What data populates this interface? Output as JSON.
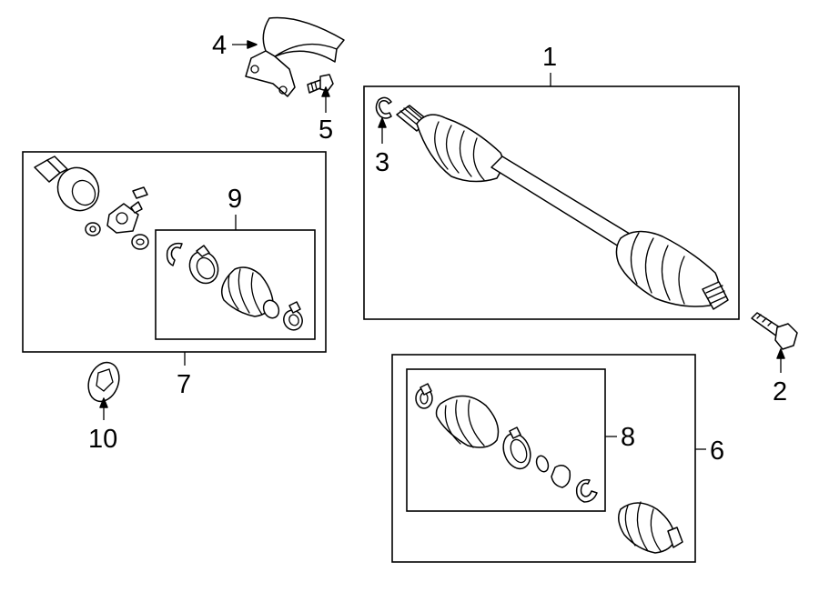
{
  "callouts": {
    "c1": "1",
    "c2": "2",
    "c3": "3",
    "c4": "4",
    "c5": "5",
    "c6": "6",
    "c7": "7",
    "c8": "8",
    "c9": "9",
    "c10": "10"
  },
  "parts": [
    {
      "callout": "1",
      "icon": "axle-shaft-assembly-icon"
    },
    {
      "callout": "2",
      "icon": "bolt-icon"
    },
    {
      "callout": "3",
      "icon": "snap-ring-icon"
    },
    {
      "callout": "4",
      "icon": "heat-shield-icon"
    },
    {
      "callout": "5",
      "icon": "bolt-icon"
    },
    {
      "callout": "6",
      "icon": "outer-cv-joint-icon"
    },
    {
      "callout": "7",
      "icon": "inner-cv-joint-icon"
    },
    {
      "callout": "8",
      "icon": "outer-boot-kit-icon"
    },
    {
      "callout": "9",
      "icon": "inner-boot-kit-icon"
    },
    {
      "callout": "10",
      "icon": "tone-ring-icon"
    }
  ]
}
